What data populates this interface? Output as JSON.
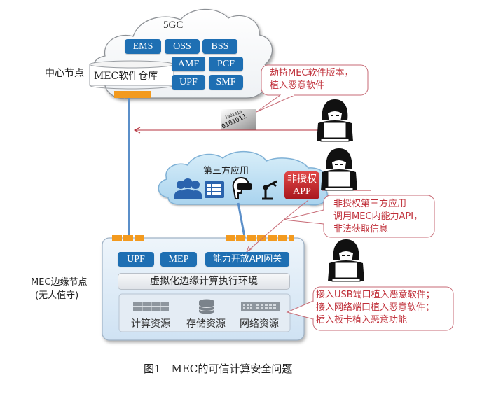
{
  "core_cloud": {
    "title": "5GC",
    "node_label": "中心节点",
    "repository": "MEC软件仓库",
    "functions": [
      "EMS",
      "OSS",
      "BSS",
      "AMF",
      "PCF",
      "UPF",
      "SMF"
    ]
  },
  "third_party_cloud": {
    "title": "第三方应用",
    "icons": [
      "users-icon",
      "dashboard-icon",
      "vr-headset-icon",
      "robot-arm-icon"
    ],
    "unauthorized_app": {
      "line1": "非授权",
      "line2": "APP"
    }
  },
  "edge_node": {
    "label_line1": "MEC边缘节点",
    "label_line2": "(无人值守)",
    "functions": [
      "UPF",
      "MEP",
      "能力开放API网关"
    ],
    "virtualization": "虚拟化边缘计算执行环境",
    "resources": [
      "计算资源",
      "存储资源",
      "网络资源"
    ]
  },
  "callouts": [
    {
      "lines": [
        "劫持MEC软件版本，",
        "植入恶意软件"
      ]
    },
    {
      "lines": [
        "非授权第三方应用",
        "调用MEC内能力API，",
        "非法获取信息"
      ]
    },
    {
      "lines": [
        "接入USB端口植入恶意软件；",
        "接入网络端口植入恶意软件；",
        "插入板卡植入恶意功能"
      ]
    }
  ],
  "colors": {
    "function_blue": "#1e6fb3",
    "port_orange": "#f39a1e",
    "threat_red": "#c0303a",
    "link_blue": "#5b8fc9"
  },
  "caption": "图1　MEC的可信计算安全问题"
}
